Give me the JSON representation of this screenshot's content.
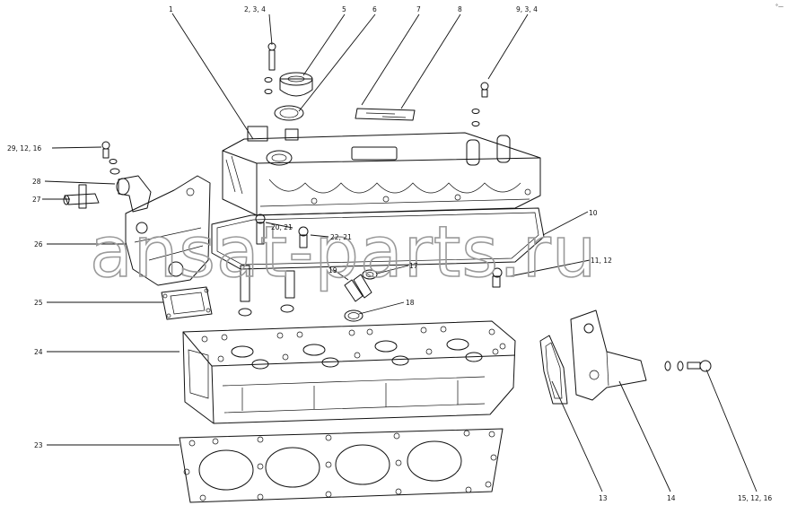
{
  "watermark": "ansat-parts.ru",
  "corner_mark": "°—",
  "callouts": [
    {
      "id": "c1",
      "text": "1"
    },
    {
      "id": "c2",
      "text": "2, 3, 4"
    },
    {
      "id": "c3",
      "text": "5"
    },
    {
      "id": "c4",
      "text": "6"
    },
    {
      "id": "c5",
      "text": "7"
    },
    {
      "id": "c6",
      "text": "8"
    },
    {
      "id": "c7",
      "text": "9, 3, 4"
    },
    {
      "id": "c8",
      "text": "29, 12, 16"
    },
    {
      "id": "c9",
      "text": "28"
    },
    {
      "id": "c10",
      "text": "27"
    },
    {
      "id": "c11",
      "text": "26"
    },
    {
      "id": "c12",
      "text": "20, 21"
    },
    {
      "id": "c13",
      "text": "22, 21"
    },
    {
      "id": "c14",
      "text": "10"
    },
    {
      "id": "c15",
      "text": "11, 12"
    },
    {
      "id": "c16",
      "text": "19"
    },
    {
      "id": "c17",
      "text": "17"
    },
    {
      "id": "c18",
      "text": "25"
    },
    {
      "id": "c19",
      "text": "18"
    },
    {
      "id": "c20",
      "text": "24"
    },
    {
      "id": "c21",
      "text": "23"
    },
    {
      "id": "c22",
      "text": "13"
    },
    {
      "id": "c23",
      "text": "14"
    },
    {
      "id": "c24",
      "text": "15, 12, 16"
    }
  ]
}
